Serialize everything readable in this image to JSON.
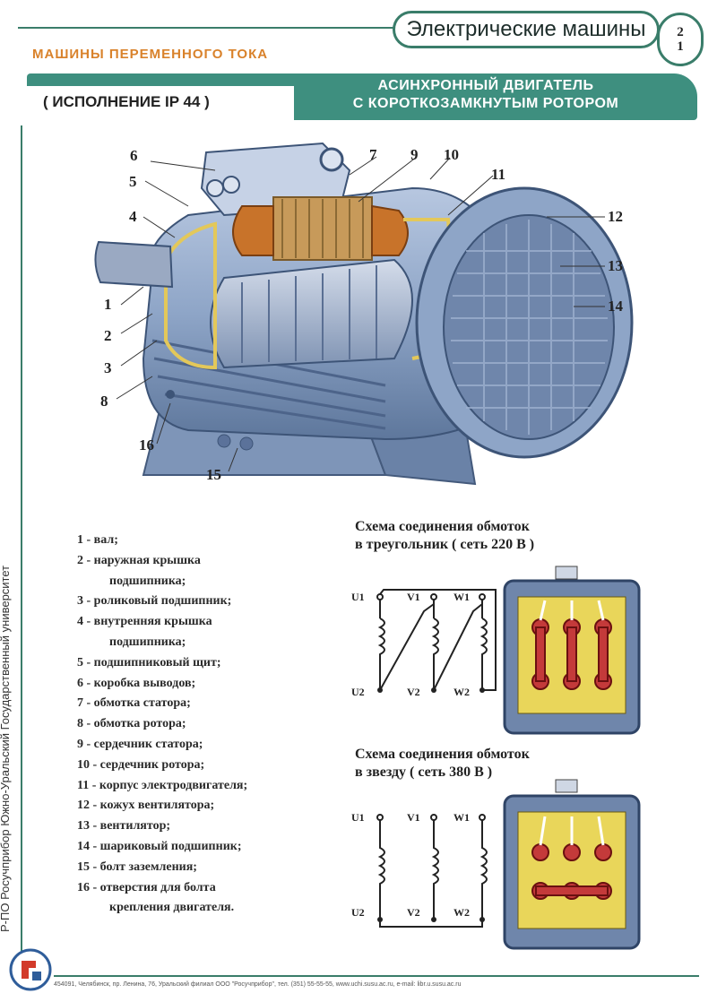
{
  "header": {
    "title": "Электрические машины",
    "page_top": "2",
    "page_bottom": "1",
    "section": "МАШИНЫ ПЕРЕМЕННОГО ТОКА"
  },
  "band": {
    "execution": "( ИСПОЛНЕНИЕ IP 44 )",
    "title_line1": "АСИНХРОННЫЙ ДВИГАТЕЛЬ",
    "title_line2": "С КОРОТКОЗАМКНУТЫМ РОТОРОМ"
  },
  "side_text": "Р-ПО Росучприбор    Южно-Уральский Государственный университет",
  "callouts": [
    "1",
    "2",
    "3",
    "4",
    "5",
    "6",
    "7",
    "8",
    "9",
    "10",
    "11",
    "12",
    "13",
    "14",
    "15",
    "16"
  ],
  "legend": [
    {
      "line1": "1 - вал;"
    },
    {
      "line1": "2 - наружная крышка",
      "line2": "подшипника;"
    },
    {
      "line1": "3 - роликовый подшипник;"
    },
    {
      "line1": "4 - внутренняя крышка",
      "line2": "подшипника;"
    },
    {
      "line1": "5 - подшипниковый щит;"
    },
    {
      "line1": "6 - коробка выводов;"
    },
    {
      "line1": "7 - обмотка статора;"
    },
    {
      "line1": "8 - обмотка ротора;"
    },
    {
      "line1": "9 - сердечник статора;"
    },
    {
      "line1": "10 - сердечник ротора;"
    },
    {
      "line1": "11 - корпус электродвигателя;"
    },
    {
      "line1": "12 - кожух вентилятора;"
    },
    {
      "line1": "13 - вентилятор;"
    },
    {
      "line1": "14 - шариковый подшипник;"
    },
    {
      "line1": "15 - болт заземления;"
    },
    {
      "line1": "16 - отверстия для болта",
      "line2": "крепления двигателя."
    }
  ],
  "scheme_delta": {
    "title_line1": "Схема соединения обмоток",
    "title_line2": "в треугольник ( сеть 220 В )"
  },
  "scheme_star": {
    "title_line1": "Схема соединения обмоток",
    "title_line2": "в звезду ( сеть 380 В )"
  },
  "terminals": {
    "u1": "U1",
    "v1": "V1",
    "w1": "W1",
    "u2": "U2",
    "v2": "V2",
    "w2": "W2"
  },
  "footer": "454091, Челябинск, пр. Ленина, 76, Уральский филиал ООО \"Росучприбор\", тел. (351) 55-55-55, www.uchi.susu.ac.ru,   e-mail: libr.u.susu.ac.ru",
  "colors": {
    "accent": "#3e8f7f",
    "section": "#d9822b",
    "motor_body": "#8fa6c9",
    "winding": "#c8732a",
    "terminal_box": "#e9d65a"
  }
}
